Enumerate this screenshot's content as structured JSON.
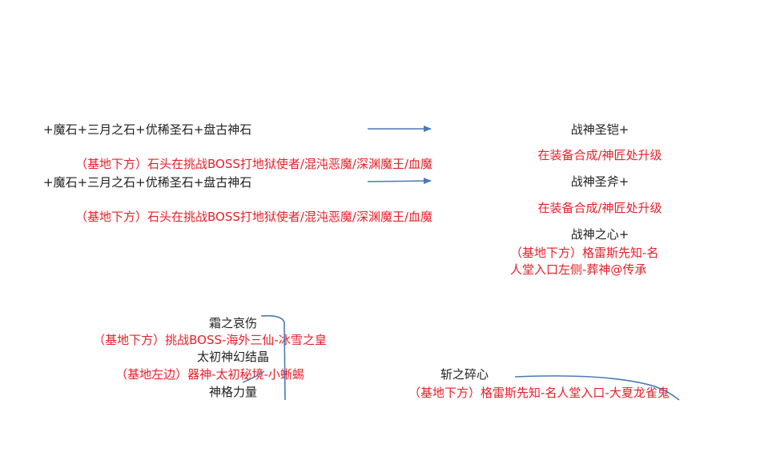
{
  "colors": {
    "text": "#222222",
    "note": "#e8202a",
    "arrow": "#4a7ab5"
  },
  "top": {
    "recipe_1": "+魔石+三月之石+优稀圣石+盘古神石",
    "note_1": "（基地下方）石头在挑战BOSS打地狱使者/混沌恶魔/深渊魔王/血魔",
    "recipe_2": "+魔石+三月之石+优稀圣石+盘古神石",
    "note_2": "（基地下方）石头在挑战BOSS打地狱使者/混沌恶魔/深渊魔王/血魔"
  },
  "right": {
    "armor": "战神圣铠+",
    "armor_note": "在装备合成/神匠处升级",
    "axe": "战神圣斧+",
    "axe_note": "在装备合成/神匠处升级",
    "heart": "战神之心+",
    "heart_note_line1": "（基地下方）格雷斯先知-名",
    "heart_note_line2": "人堂入口左侧-葬神@传承"
  },
  "bottom_left": {
    "frost": "霜之哀伤",
    "frost_note": "（基地下方）挑战BOSS-海外三仙-冰雪之皇",
    "crystal": "太初神幻结晶",
    "crystal_note": "（基地左边）器神-太初秘境-小蜥蜴",
    "power": "神格力量"
  },
  "bottom_right": {
    "shatter": "斩之碎心",
    "shatter_note": "（基地下方）格雷斯先知-名人堂入口-大夏龙雀鬼"
  }
}
